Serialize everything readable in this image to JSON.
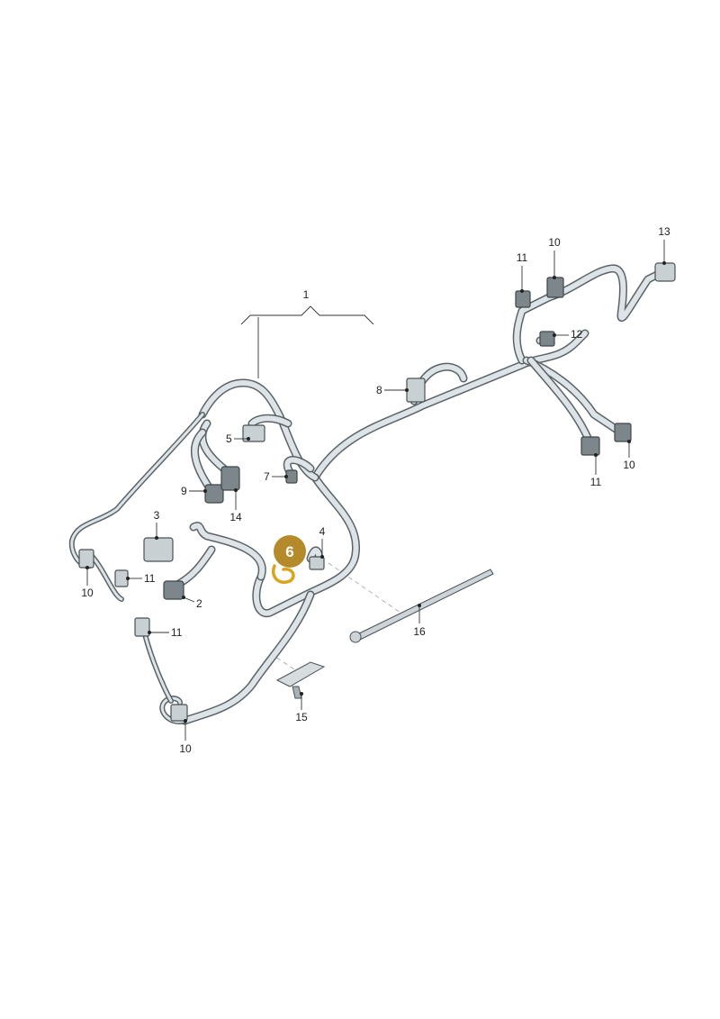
{
  "diagram": {
    "highlighted_part": "6",
    "highlight_color": "#b58a2a",
    "callouts": [
      "1",
      "2",
      "3",
      "4",
      "5",
      "7",
      "8",
      "9",
      "10",
      "10",
      "10",
      "10",
      "11",
      "11",
      "11",
      "11",
      "12",
      "13",
      "14",
      "15",
      "16"
    ]
  }
}
